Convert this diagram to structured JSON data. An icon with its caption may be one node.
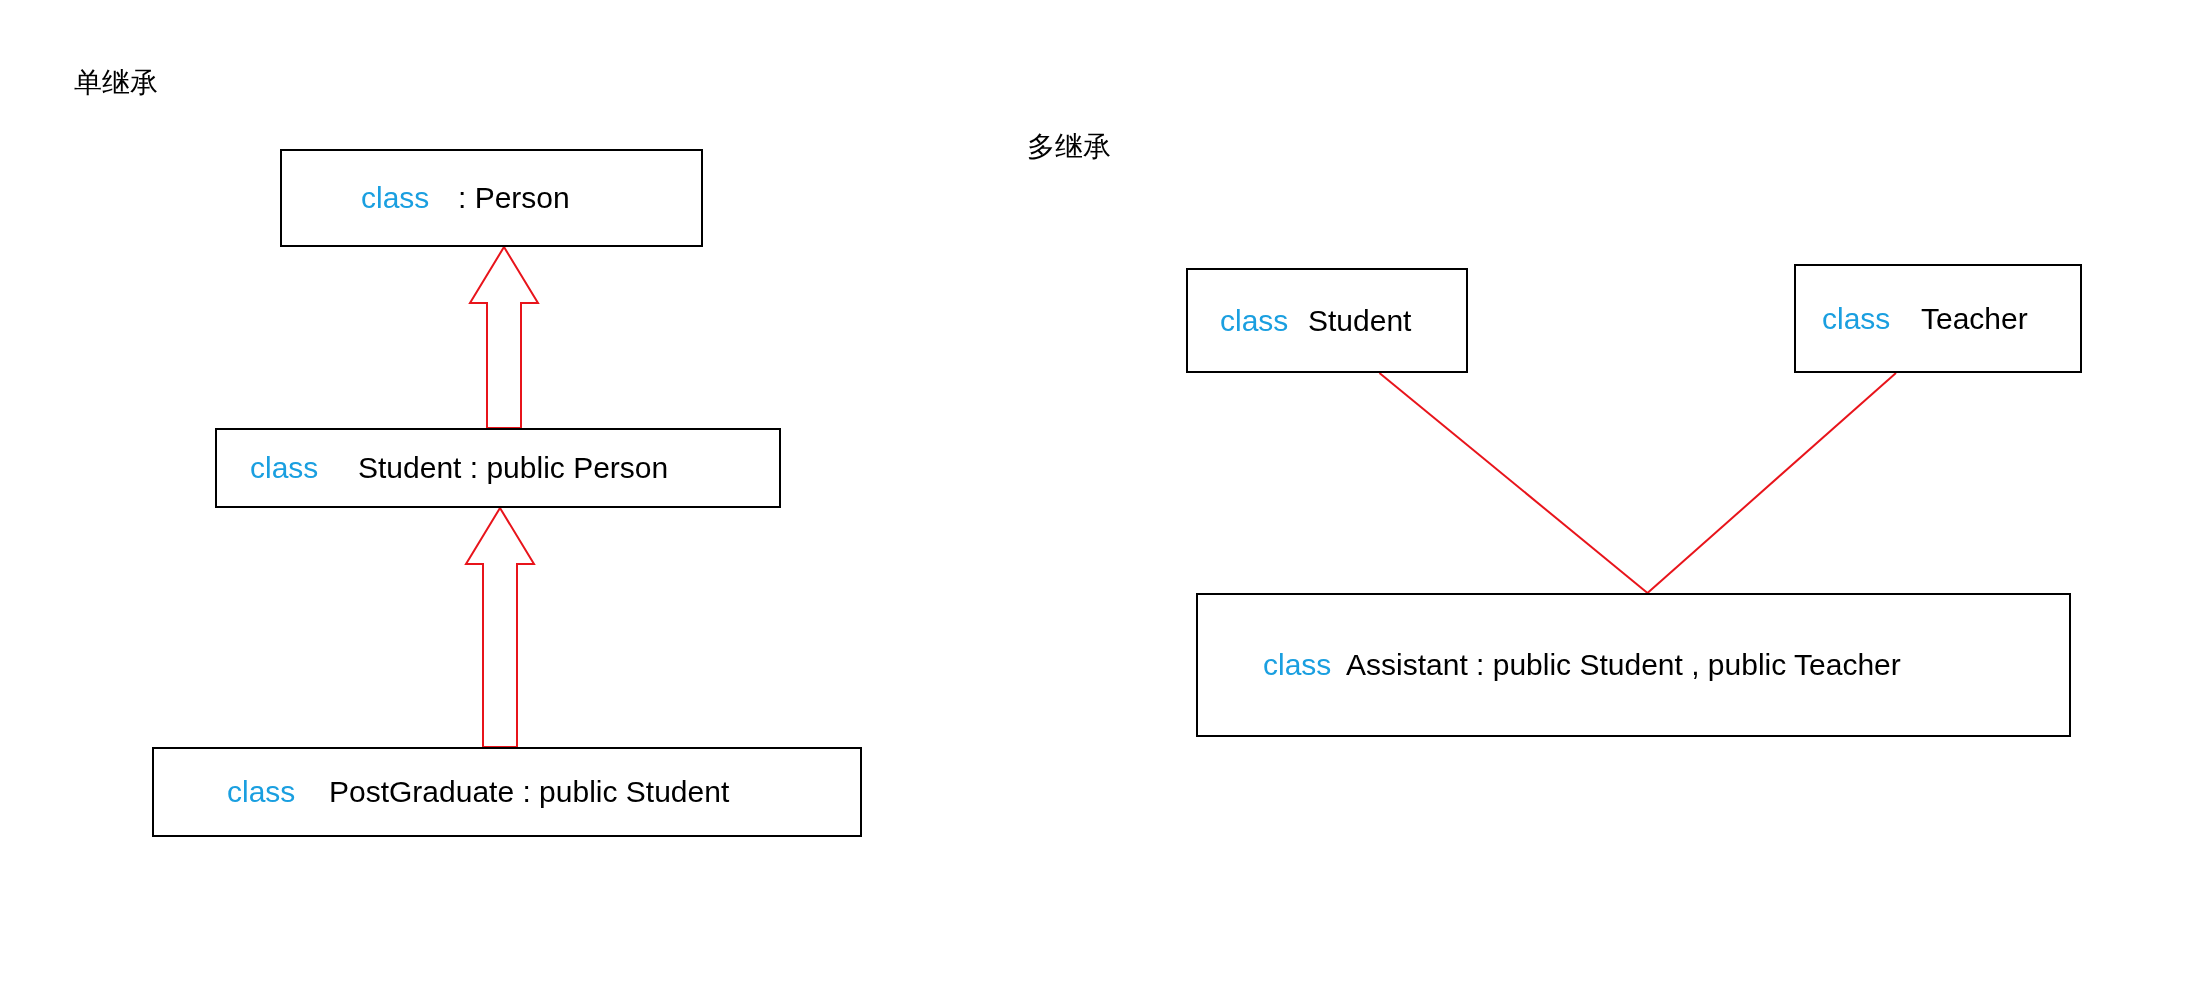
{
  "diagram": {
    "nodes": [
      {
        "text": [
          "class",
          ": Person"
        ]
      },
      {
        "text": [
          "class",
          "Student : public Person"
        ]
      },
      {
        "text": [
          "class",
          "PostGraduate : public Student"
        ]
      },
      {
        "text": [
          "class",
          "Student"
        ]
      },
      {
        "text": [
          "class",
          "Teacher"
        ]
      },
      {
        "text": [
          "class",
          "Assistant : public Student , public Teacher"
        ]
      }
    ],
    "edges": [
      {
        "from": 1,
        "to": 0,
        "arrow": "to"
      },
      {
        "from": 2,
        "to": 1,
        "arrow": "to"
      },
      {
        "from": 3,
        "to": 5,
        "arrow": "none"
      },
      {
        "from": 4,
        "to": 5,
        "arrow": "none"
      }
    ],
    "labels": [
      "单继承",
      "多继承"
    ]
  }
}
